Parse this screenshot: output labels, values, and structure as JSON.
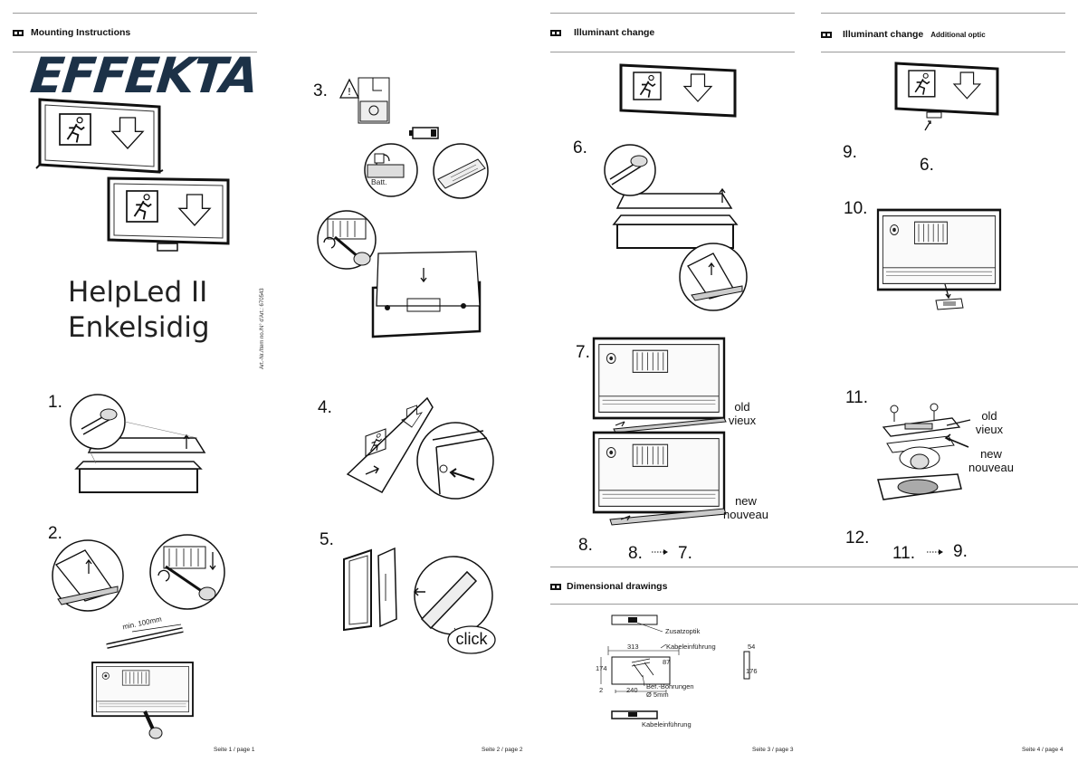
{
  "page1": {
    "section_title": "Mounting Instructions",
    "logo": "EFFEKTA",
    "product_line1": "HelpLed II",
    "product_line2": "Enkelsidig",
    "art_no": "Art.-Nr./Item no./N° d'Art.: 670543",
    "steps": [
      "1.",
      "2."
    ],
    "min_label": "min. 100mm",
    "footer": "Seite 1 / page 1"
  },
  "page2": {
    "steps": [
      "3.",
      "4.",
      "5."
    ],
    "batt_label": "Batt.",
    "click_label": "click",
    "footer": "Seite 2 / page 2"
  },
  "page3": {
    "section_title": "Illuminant change",
    "steps": [
      "6.",
      "7.",
      "8."
    ],
    "seq_from": "8.",
    "seq_to": "7.",
    "old_label_en": "old",
    "old_label_fr": "vieux",
    "new_label_en": "new",
    "new_label_fr": "nouveau",
    "dim_section_title": "Dimensional drawings",
    "dims": {
      "zusatzoptik": "Zusatzoptik",
      "kabel_top": "Kabeleinführung",
      "kabel_bottom": "Kabeleinführung",
      "w313": "313",
      "d54": "54",
      "h174": "174",
      "v87": "87",
      "h176": "176",
      "v2": "2",
      "w240": "240",
      "bohrungen1": "Bef.-Bohrungen",
      "bohrungen2": "Ø 5mm"
    },
    "footer": "Seite 3 / page 3"
  },
  "page4": {
    "section_title": "Illuminant change",
    "section_subtitle": "Additional optic",
    "steps": [
      "9.",
      "10.",
      "11.",
      "12."
    ],
    "ref_step": "6.",
    "seq_from": "11.",
    "seq_to": "9.",
    "old_label_en": "old",
    "old_label_fr": "vieux",
    "new_label_en": "new",
    "new_label_fr": "nouveau",
    "footer": "Seite 4 / page 4"
  }
}
